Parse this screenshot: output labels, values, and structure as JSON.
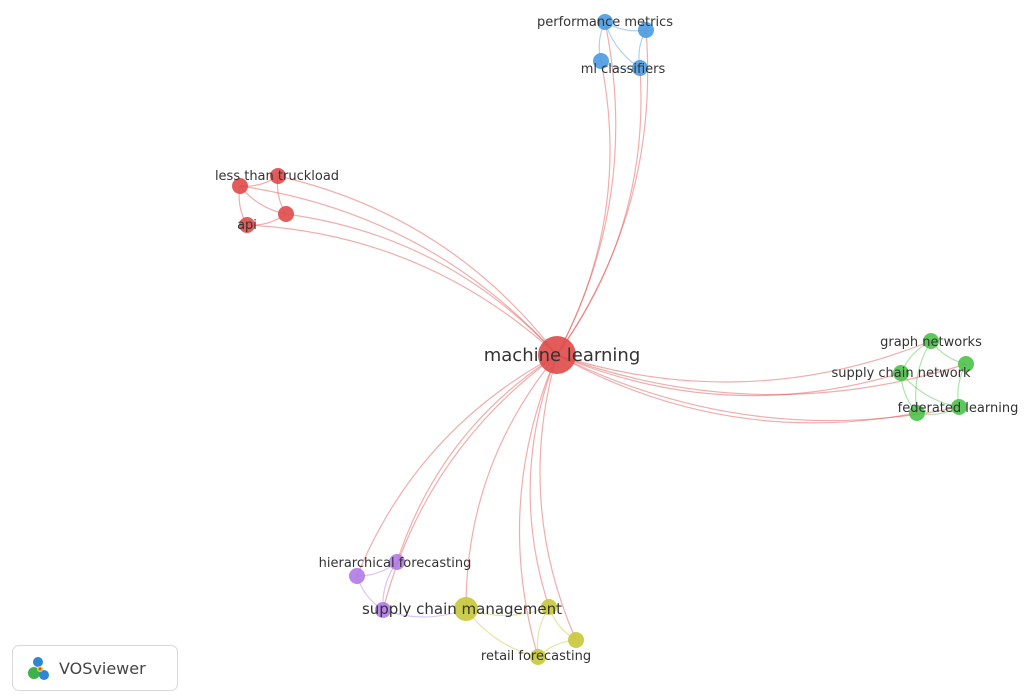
{
  "app": {
    "logo_text": "VOSviewer"
  },
  "clusters": {
    "red": "#e04a4a",
    "blue": "#4a9ae0",
    "green": "#4cc24a",
    "purple": "#b07ae6",
    "yellow": "#c8c83a"
  },
  "nodes": [
    {
      "id": "machine-learning",
      "label": "machine learning",
      "cluster": "red",
      "weight": 5
    },
    {
      "id": "less-than-truckload",
      "label": "less than truckload",
      "cluster": "red",
      "weight": 1
    },
    {
      "id": "api",
      "label": "api",
      "cluster": "red",
      "weight": 1
    },
    {
      "id": "red-3",
      "label": "",
      "cluster": "red",
      "weight": 1
    },
    {
      "id": "red-4",
      "label": "",
      "cluster": "red",
      "weight": 1
    },
    {
      "id": "performance-metrics",
      "label": "performance metrics",
      "cluster": "blue",
      "weight": 1
    },
    {
      "id": "ml-classifiers",
      "label": "ml classifiers",
      "cluster": "blue",
      "weight": 1
    },
    {
      "id": "blue-3",
      "label": "",
      "cluster": "blue",
      "weight": 1
    },
    {
      "id": "blue-4",
      "label": "",
      "cluster": "blue",
      "weight": 1
    },
    {
      "id": "graph-networks",
      "label": "graph networks",
      "cluster": "green",
      "weight": 1
    },
    {
      "id": "supply-chain-network",
      "label": "supply chain network",
      "cluster": "green",
      "weight": 1
    },
    {
      "id": "federated-learning",
      "label": "federated learning",
      "cluster": "green",
      "weight": 1
    },
    {
      "id": "green-4",
      "label": "",
      "cluster": "green",
      "weight": 1
    },
    {
      "id": "green-5",
      "label": "",
      "cluster": "green",
      "weight": 1
    },
    {
      "id": "hierarchical-forecasting",
      "label": "hierarchical forecasting",
      "cluster": "purple",
      "weight": 1
    },
    {
      "id": "purple-2",
      "label": "",
      "cluster": "purple",
      "weight": 1
    },
    {
      "id": "purple-3",
      "label": "",
      "cluster": "purple",
      "weight": 1
    },
    {
      "id": "supply-chain-management",
      "label": "supply chain management",
      "cluster": "yellow",
      "weight": 3
    },
    {
      "id": "retail-forecasting",
      "label": "retail forecasting",
      "cluster": "yellow",
      "weight": 1
    },
    {
      "id": "yellow-3",
      "label": "",
      "cluster": "yellow",
      "weight": 1
    },
    {
      "id": "yellow-4",
      "label": "",
      "cluster": "yellow",
      "weight": 1
    }
  ],
  "links": [
    [
      "machine-learning",
      "less-than-truckload"
    ],
    [
      "machine-learning",
      "api"
    ],
    [
      "machine-learning",
      "red-3"
    ],
    [
      "machine-learning",
      "red-4"
    ],
    [
      "less-than-truckload",
      "red-3"
    ],
    [
      "less-than-truckload",
      "api"
    ],
    [
      "api",
      "red-4"
    ],
    [
      "red-3",
      "red-4"
    ],
    [
      "less-than-truckload",
      "red-4"
    ],
    [
      "machine-learning",
      "performance-metrics"
    ],
    [
      "machine-learning",
      "ml-classifiers"
    ],
    [
      "machine-learning",
      "blue-3"
    ],
    [
      "machine-learning",
      "blue-4"
    ],
    [
      "performance-metrics",
      "blue-3"
    ],
    [
      "performance-metrics",
      "ml-classifiers"
    ],
    [
      "blue-3",
      "blue-4"
    ],
    [
      "ml-classifiers",
      "blue-4"
    ],
    [
      "performance-metrics",
      "blue-4"
    ],
    [
      "machine-learning",
      "graph-networks"
    ],
    [
      "machine-learning",
      "supply-chain-network"
    ],
    [
      "machine-learning",
      "federated-learning"
    ],
    [
      "machine-learning",
      "green-4"
    ],
    [
      "machine-learning",
      "green-5"
    ],
    [
      "graph-networks",
      "green-4"
    ],
    [
      "graph-networks",
      "supply-chain-network"
    ],
    [
      "supply-chain-network",
      "federated-learning"
    ],
    [
      "green-4",
      "green-5"
    ],
    [
      "federated-learning",
      "green-5"
    ],
    [
      "supply-chain-network",
      "green-5"
    ],
    [
      "graph-networks",
      "federated-learning"
    ],
    [
      "machine-learning",
      "hierarchical-forecasting"
    ],
    [
      "machine-learning",
      "purple-2"
    ],
    [
      "machine-learning",
      "purple-3"
    ],
    [
      "hierarchical-forecasting",
      "purple-2"
    ],
    [
      "purple-2",
      "purple-3"
    ],
    [
      "hierarchical-forecasting",
      "purple-3"
    ],
    [
      "purple-3",
      "supply-chain-management"
    ],
    [
      "machine-learning",
      "supply-chain-management"
    ],
    [
      "machine-learning",
      "retail-forecasting"
    ],
    [
      "machine-learning",
      "yellow-3"
    ],
    [
      "machine-learning",
      "yellow-4"
    ],
    [
      "supply-chain-management",
      "yellow-3"
    ],
    [
      "yellow-3",
      "yellow-4"
    ],
    [
      "yellow-3",
      "retail-forecasting"
    ],
    [
      "supply-chain-management",
      "retail-forecasting"
    ],
    [
      "yellow-4",
      "retail-forecasting"
    ]
  ]
}
